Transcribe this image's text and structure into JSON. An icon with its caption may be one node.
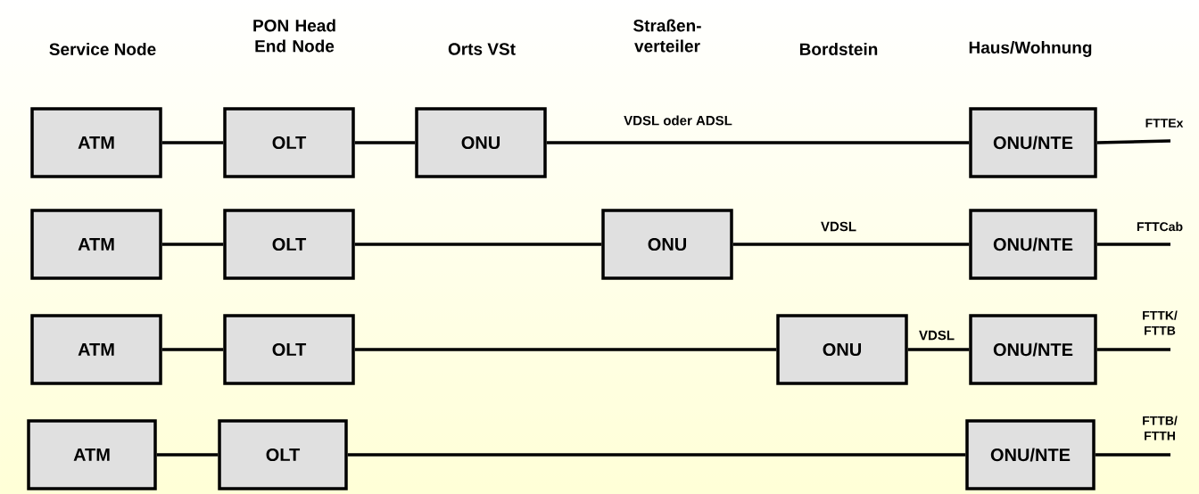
{
  "diagram": {
    "nodes": [
      {
        "text": [
          "ATM"
        ]
      },
      {
        "text": [
          "OLT"
        ]
      },
      {
        "text": [
          "ONU"
        ]
      },
      {
        "text": [
          "ONU/NTE"
        ]
      },
      {
        "text": [
          "ATM"
        ]
      },
      {
        "text": [
          "OLT"
        ]
      },
      {
        "text": [
          "ONU"
        ]
      },
      {
        "text": [
          "ONU/NTE"
        ]
      },
      {
        "text": [
          "ATM"
        ]
      },
      {
        "text": [
          "OLT"
        ]
      },
      {
        "text": [
          "ONU"
        ]
      },
      {
        "text": [
          "ONU/NTE"
        ]
      },
      {
        "text": [
          "ATM"
        ]
      },
      {
        "text": [
          "OLT"
        ]
      },
      {
        "text": [
          "ONU/NTE"
        ]
      }
    ],
    "edges": [
      {
        "from": 0,
        "to": 1,
        "arrow": "none"
      },
      {
        "from": 1,
        "to": 2,
        "arrow": "none"
      },
      {
        "from": 2,
        "to": 3,
        "arrow": "none",
        "label": "VDSL oder ADSL"
      },
      {
        "from": 3,
        "to": null,
        "arrow": "none",
        "label": "FTTEx"
      },
      {
        "from": 4,
        "to": 5,
        "arrow": "none"
      },
      {
        "from": 5,
        "to": 6,
        "arrow": "none"
      },
      {
        "from": 6,
        "to": 7,
        "arrow": "none",
        "label": "VDSL"
      },
      {
        "from": 7,
        "to": null,
        "arrow": "none",
        "label": "FTTCab"
      },
      {
        "from": 8,
        "to": 9,
        "arrow": "none"
      },
      {
        "from": 9,
        "to": 10,
        "arrow": "none"
      },
      {
        "from": 10,
        "to": 11,
        "arrow": "none",
        "label": "VDSL"
      },
      {
        "from": 11,
        "to": null,
        "arrow": "none",
        "label": "FTTK/ FTTB"
      },
      {
        "from": 12,
        "to": 13,
        "arrow": "none"
      },
      {
        "from": 13,
        "to": 14,
        "arrow": "none"
      },
      {
        "from": 14,
        "to": null,
        "arrow": "none",
        "label": "FTTB/ FTTH"
      }
    ],
    "labels": [
      "Service Node",
      "PON Head End Node",
      "Orts VSt",
      "Straßen- verteiler",
      "Bordstein",
      "Haus/Wohnung"
    ]
  }
}
